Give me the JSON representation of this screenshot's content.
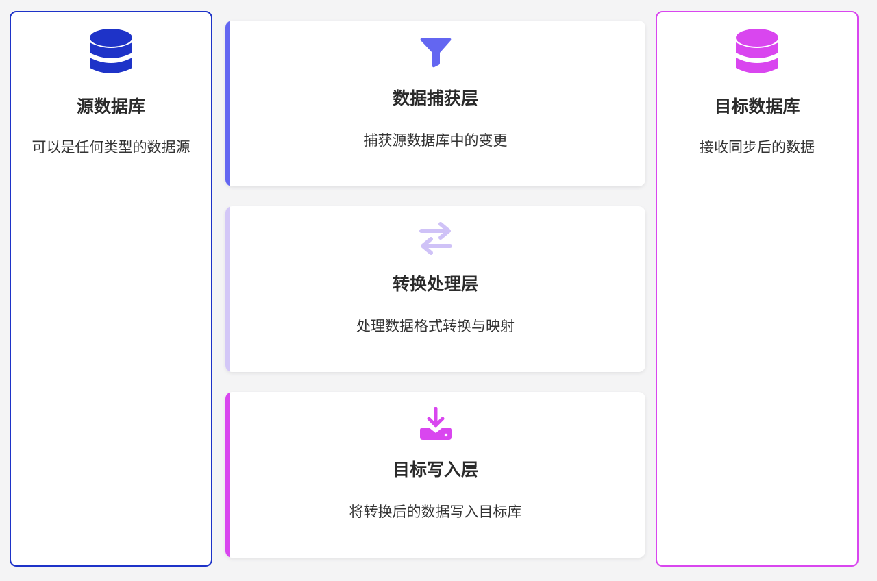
{
  "source_db": {
    "icon": "database-icon",
    "title": "源数据库",
    "description": "可以是任何类型的数据源",
    "color": "#1e33c8"
  },
  "layers": [
    {
      "icon": "filter-icon",
      "title": "数据捕获层",
      "description": "捕获源数据库中的变更",
      "color": "#6366f1"
    },
    {
      "icon": "exchange-arrows-icon",
      "title": "转换处理层",
      "description": "处理数据格式转换与映射",
      "color": "#d3c7f7"
    },
    {
      "icon": "download-icon",
      "title": "目标写入层",
      "description": "将转换后的数据写入目标库",
      "color": "#d946ef"
    }
  ],
  "target_db": {
    "icon": "database-icon",
    "title": "目标数据库",
    "description": "接收同步后的数据",
    "color": "#d946ef"
  }
}
